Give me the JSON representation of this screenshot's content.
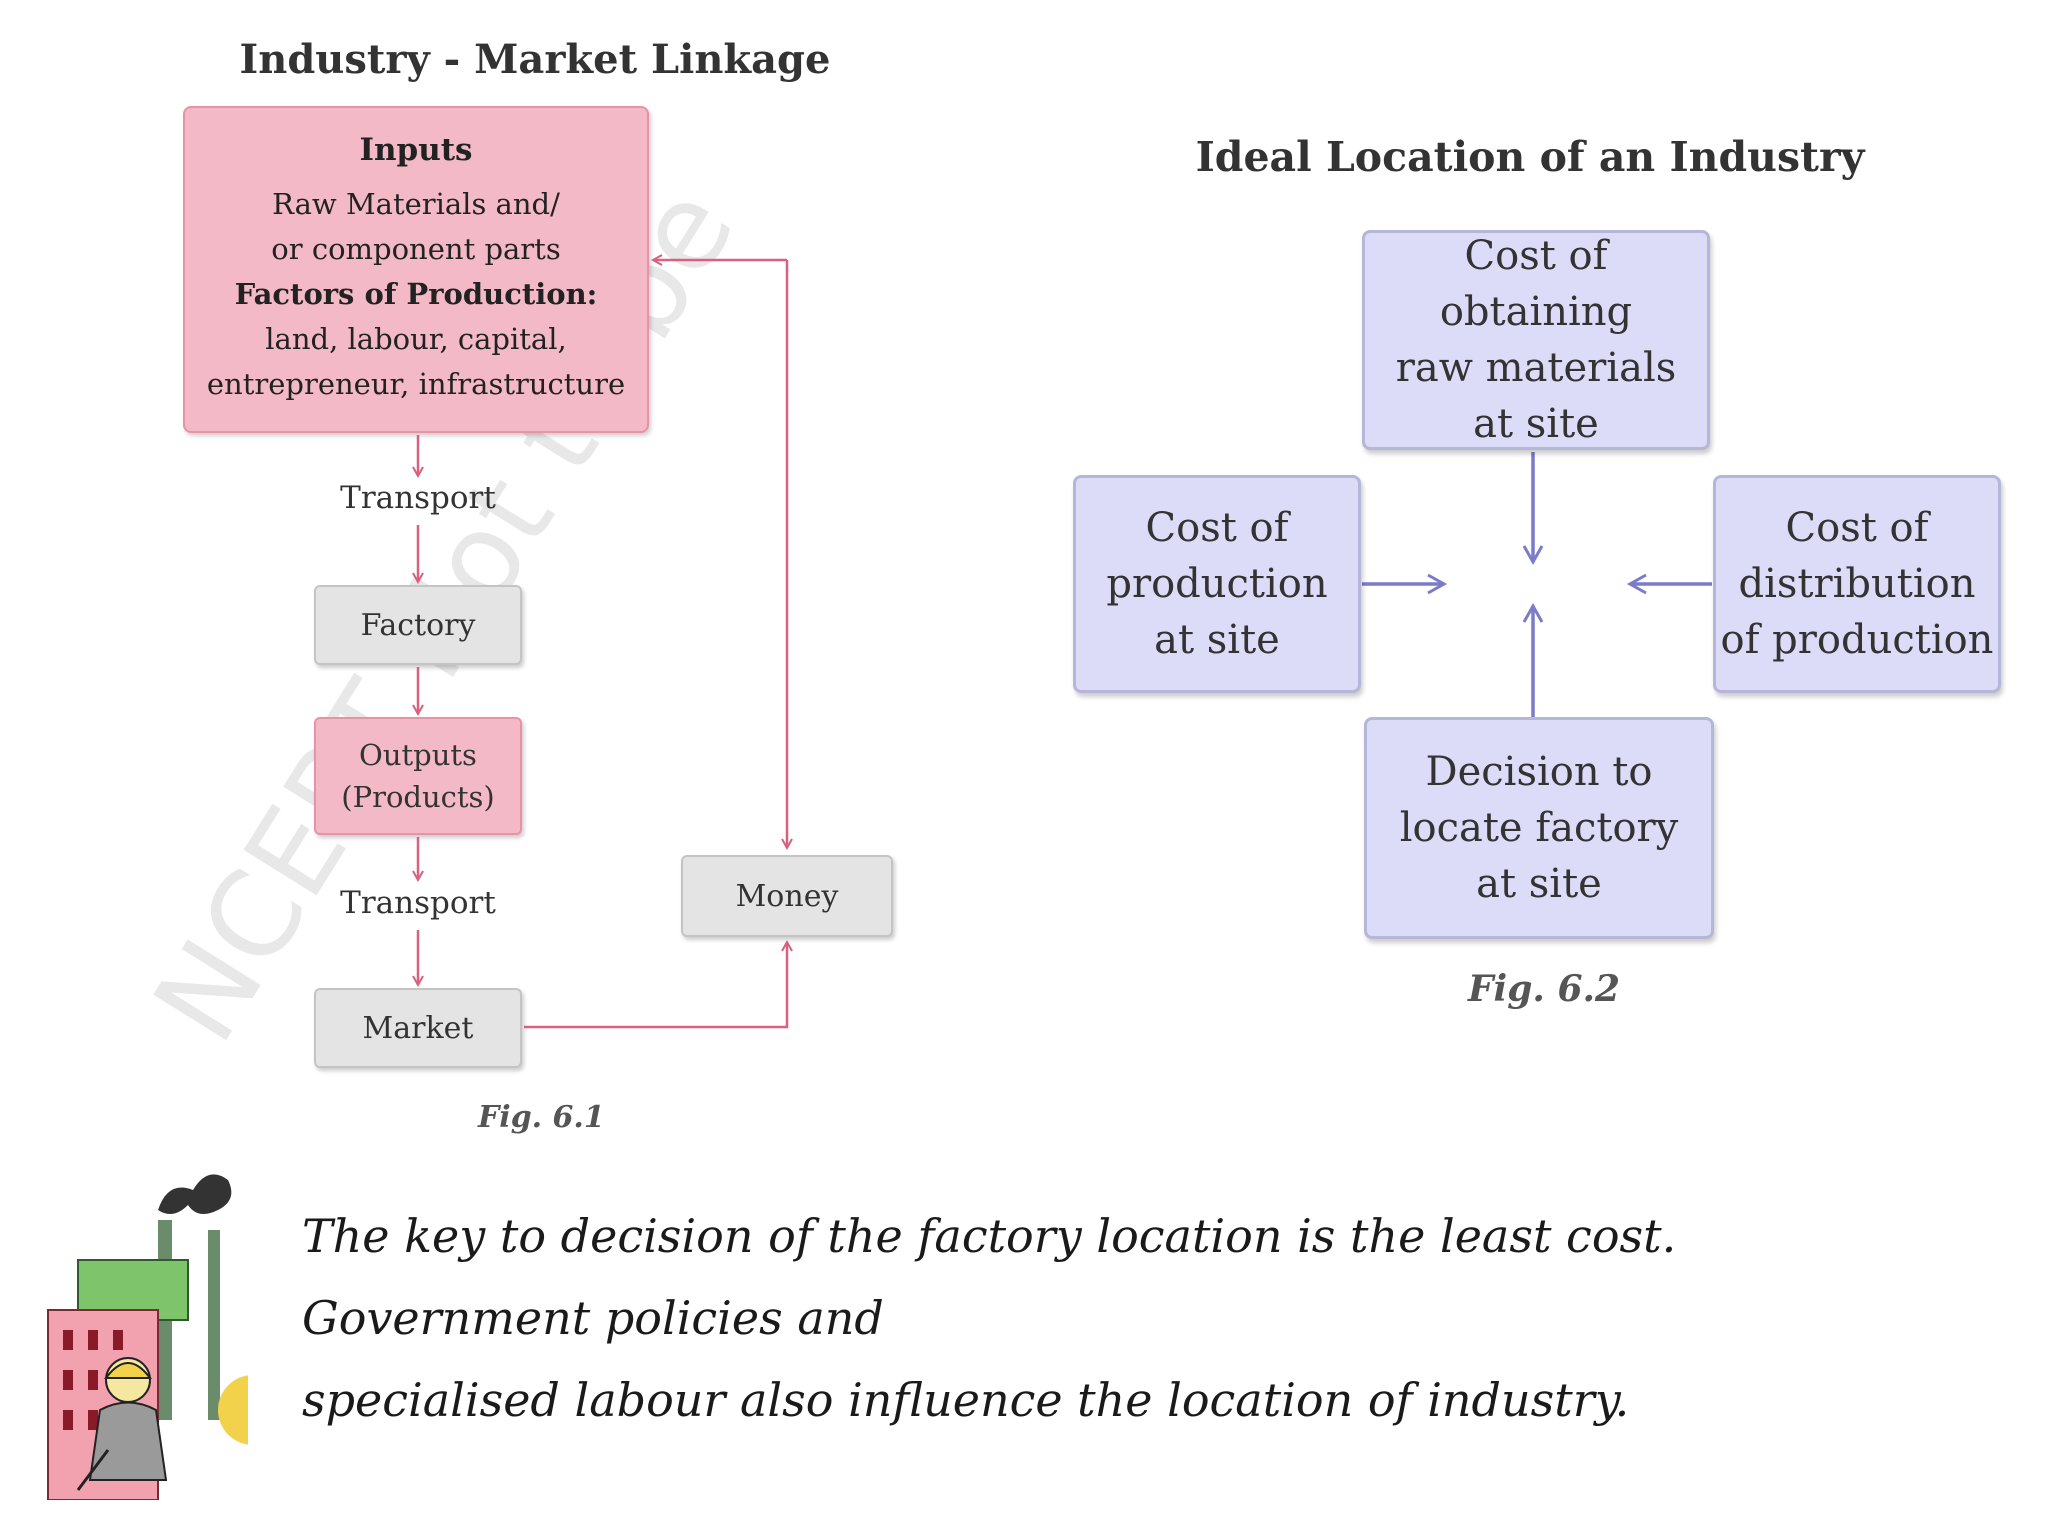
{
  "fig1": {
    "title": "Industry - Market Linkage",
    "inputs": {
      "heading": "Inputs",
      "lines": [
        {
          "text": "Raw Materials and/",
          "bold": false
        },
        {
          "text": "or component parts",
          "bold": false
        },
        {
          "text": "Factors of Production:",
          "bold": true
        },
        {
          "text": "land, labour, capital,",
          "bold": false
        },
        {
          "text": "entrepreneur, infrastructure",
          "bold": false
        }
      ]
    },
    "transport_1": "Transport",
    "factory": "Factory",
    "outputs": [
      "Outputs",
      "(Products)"
    ],
    "transport_2": "Transport",
    "market": "Market",
    "money": "Money",
    "caption": "Fig. 6.1",
    "colors": {
      "pink_fill": "#f4b9c6",
      "pink_line": "#d9607e",
      "gray_fill": "#e4e4e4"
    }
  },
  "fig2": {
    "title": "Ideal Location of an Industry",
    "top_box": [
      "Cost of obtaining",
      "raw materials",
      "at site"
    ],
    "left_box": [
      "Cost of",
      "production",
      "at site"
    ],
    "right_box": [
      "Cost of",
      "distribution",
      "of production"
    ],
    "bottom_box": [
      "Decision to",
      "locate factory",
      "at site"
    ],
    "caption": "Fig. 6.2",
    "colors": {
      "box_fill": "#dcdcf8",
      "arrow": "#7b7bc8"
    }
  },
  "note": {
    "line1": "The key to decision of the factory location is the least cost. Government policies and",
    "line2": "specialised labour also influence the location of industry."
  },
  "watermark_text": "NCERT Not to be Republished",
  "clipart_icon": "factory-worker-clipart"
}
